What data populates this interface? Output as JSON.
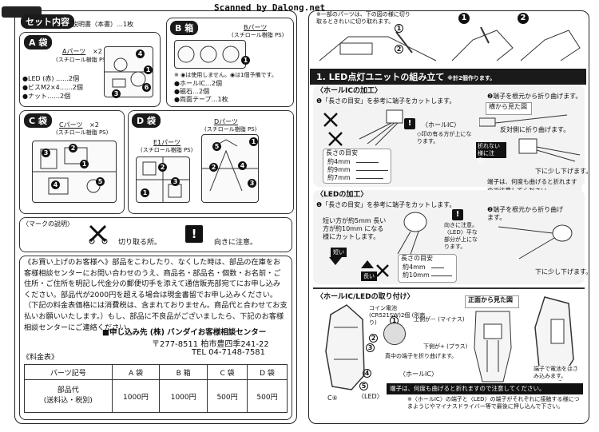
{
  "scan": "Scanned by Dalong.net",
  "contents": {
    "title": "セット内容",
    "manual": "説明書（本書）…1枚"
  },
  "bags": {
    "a": {
      "label": "A 袋",
      "part": "Aパーツ",
      "qty": "×2",
      "material": "(スチロール樹脂 PS)",
      "items": [
        "●LED (赤) ……2個",
        "●ビスM2×4……2個",
        "●ナット……2個"
      ]
    },
    "b": {
      "label": "B 箱",
      "part": "Bパーツ",
      "material": "(スチロール樹脂 PS)",
      "note": "※ ◉は使用しません。◉は1個予備です。",
      "items": [
        "●ホールIC…2個",
        "●磁石…2個",
        "●両面テープ…1枚"
      ]
    },
    "c": {
      "label": "C 袋",
      "part": "Cパーツ",
      "qty": "×2",
      "material": "(スチロール樹脂 PS)"
    },
    "d": {
      "label": "D 袋",
      "part": "Dパーツ",
      "material": "(スチロール樹脂 PS)",
      "e1": "E1パーツ",
      "e1_material": "(スチロール樹脂 PS)"
    }
  },
  "marks": {
    "title": "〈マークの説明〉",
    "cut": "切り取る所。",
    "direction": "向きに注意。"
  },
  "customer": {
    "body": "《お買い上げのお客様へ》部品をこわしたり、なくした時は、部品の在庫をお客様相談センターにお問い合わせのうえ、商品名・部品名・個数・お名前・ご住所・ご住所を明記し代金分の郵便切手を添えて通信販売部宛てにお申し込みください。部品代が2000円を超える場合は現金書留でお申し込みください。（下記の料金表価格には消費税は、含まれておりません。商品代と合わせてお支払いお願いいたします。）もし、部品に不良品がございましたら、下記のお客様相談センターにご連絡ください。",
    "center": "■申し込み先 (株) バンダイお客様相談センター",
    "address": "〒277-8511 柏市豊四季241-22",
    "tel": "TEL 04-7148-7581",
    "fee_title": "《料金表》",
    "headers": [
      "パーツ記号",
      "A 袋",
      "B 箱",
      "C 袋",
      "D 袋"
    ],
    "row_label": "部品代\n(送料込・税別)",
    "prices": [
      "1000円",
      "1000円",
      "500円",
      "500円"
    ]
  },
  "right": {
    "prestep": "※一部のパーツは、下の図の様に切り取るときれいに切り取れます。",
    "step_title": "1. LED点灯ユニットの組み立て",
    "step_note": "※計2個作ります。",
    "hall": {
      "title": "〈ホールICの加工〉",
      "s1": "❶「長さの目安」を参考に端子をカットします。",
      "s2": "❷端子を根元から折り曲げます。",
      "ic_label": "〈ホールIC〉",
      "mark_note": "◇印の有る方が上になります。",
      "guide": "長さの目安",
      "lengths": [
        "約4mm",
        "約9mm",
        "約7mm"
      ],
      "side_view": "横から見た図",
      "bend_reverse": "反対側に折り曲げます。",
      "no_break": "折れない様に注意！",
      "bend_down": "下に少し下げます。",
      "warn": "端子は、何度も曲げると折れますので注意してください。"
    },
    "led": {
      "title": "〈LEDの加工〉",
      "s1": "❶「長さの目安」を参考に端子をカットします。",
      "s2": "❷端子を根元から折り曲げます。",
      "short_long": "短い方が約5mm 長い方が約10mm になる様にカットします。",
      "flat": "向きに注意。〈LED〉平な部分が上になります。",
      "short": "短い",
      "long": "長い",
      "guide": "長さの目安",
      "lengths": [
        "約4mm",
        "約10mm"
      ],
      "bend_down": "下に少し下げます。"
    },
    "mount": {
      "title": "〈ホールIC/LEDの取り付け〉",
      "battery": "コイン電池 (CR521SW)2個 (別売り)",
      "front_view": "正面から見た図",
      "upper": "上側が－ (マイナス)",
      "lower": "下側が+ (プラス)",
      "center_pin": "真中の端子を折り曲げます。",
      "ic_label": "〈ホールIC〉",
      "led_label": "〈LED〉",
      "warn": "端子は、何度も曲げると折れますので注意してください。",
      "insert": "端子で電池をはさみ込みます。",
      "note": "※〈ホールIC〉の端子と〈LED〉の端子がそれぞれに接触する様につまようじやマイナスドライバー等で最後に押し込んで下さい。",
      "c6": "C⑥"
    }
  }
}
